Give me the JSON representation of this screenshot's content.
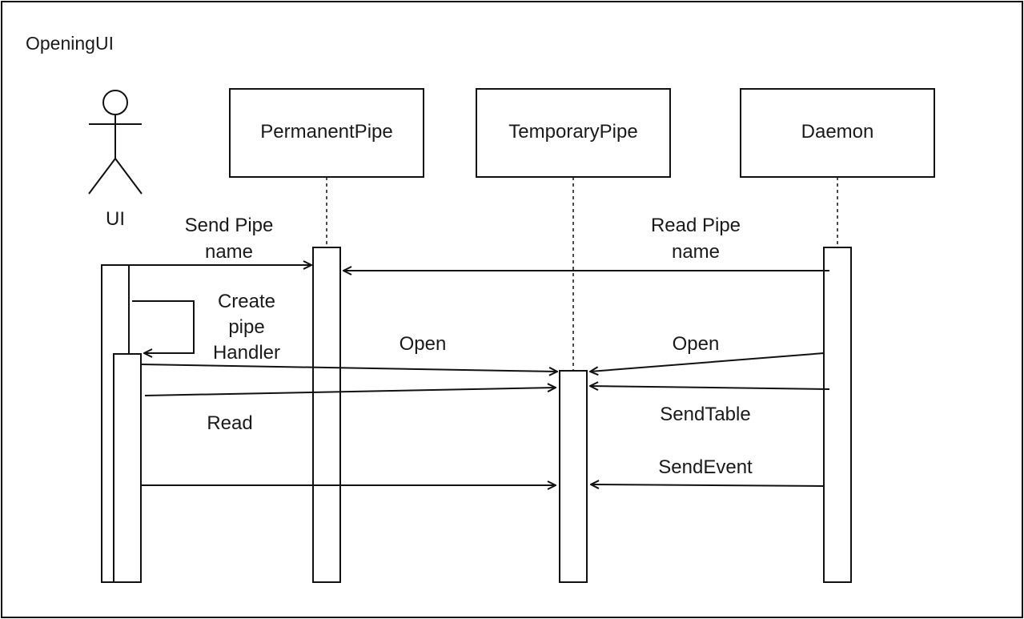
{
  "frame": {
    "title": "OpeningUI"
  },
  "actor": {
    "label": "UI"
  },
  "participants": [
    {
      "id": "permanent",
      "label": "PermanentPipe"
    },
    {
      "id": "temporary",
      "label": "TemporaryPipe"
    },
    {
      "id": "daemon",
      "label": "Daemon"
    }
  ],
  "messages": {
    "send_pipe_name": {
      "line1": "Send Pipe",
      "line2": "name"
    },
    "read_pipe_name": {
      "line1": "Read Pipe",
      "line2": "name"
    },
    "create_pipe_handler": {
      "line1": "Create",
      "line2": "pipe",
      "line3": "Handler"
    },
    "open_ui": "Open",
    "open_daemon": "Open",
    "read": "Read",
    "send_table": "SendTable",
    "send_event": "SendEvent"
  },
  "colors": {
    "line": "#111111",
    "background": "#ffffff",
    "text": "#1a1a1a"
  }
}
